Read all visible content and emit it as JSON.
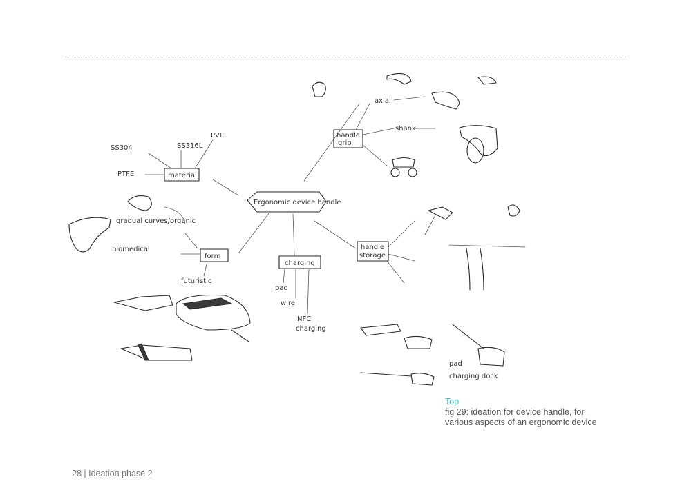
{
  "sketch": {
    "center": "Ergonomic device handle",
    "material": {
      "label": "material",
      "options": [
        "SS304",
        "SS316L",
        "PVC",
        "PTFE"
      ]
    },
    "form": {
      "label": "form",
      "options": [
        "gradual curves/organic",
        "biomedical",
        "futuristic"
      ]
    },
    "charging": {
      "label": "charging",
      "options": [
        "pad",
        "wire",
        "NFC",
        "charging"
      ]
    },
    "handle_grip": {
      "label_line1": "handle",
      "label_line2": "grip",
      "options": [
        "axial",
        "shank"
      ]
    },
    "handle_storage": {
      "label_line1": "handle",
      "label_line2": "storage",
      "options": [
        "pad",
        "charging dock"
      ]
    }
  },
  "caption": {
    "heading": "Top",
    "line1": "fig 29: ideation for device handle, for",
    "line2": "various aspects of an ergonomic device"
  },
  "footer": "28 | Ideation phase 2"
}
